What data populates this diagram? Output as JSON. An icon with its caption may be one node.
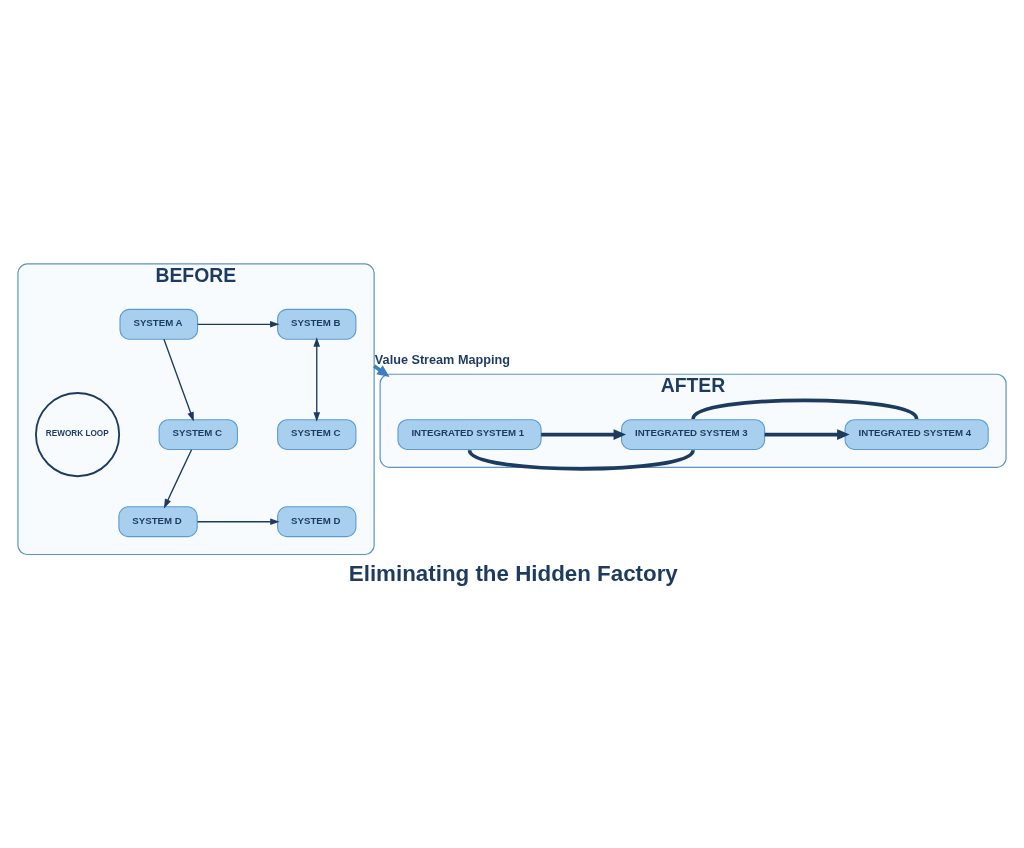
{
  "diagram": {
    "title": "Eliminating the Hidden Factory",
    "nodes": [
      {
        "text": [
          "BEFORE"
        ]
      },
      {
        "text": [
          "SYSTEM A"
        ],
        "in": 0
      },
      {
        "text": [
          "SYSTEM B"
        ],
        "in": 0
      },
      {
        "text": [
          "SYSTEM C"
        ],
        "in": 0
      },
      {
        "text": [
          "SYSTEM C"
        ],
        "in": 0
      },
      {
        "text": [
          "SYSTEM D"
        ],
        "in": 0
      },
      {
        "text": [
          "SYSTEM D"
        ],
        "in": 0
      },
      {
        "text": [
          "REWORK LOOP"
        ],
        "in": 0
      },
      {
        "text": [
          "AFTER"
        ]
      },
      {
        "text": [
          "INTEGRATED SYSTEM 1"
        ],
        "in": 8
      },
      {
        "text": [
          "INTEGRATED SYSTEM 3"
        ],
        "in": 8
      },
      {
        "text": [
          "INTEGRATED SYSTEM 4"
        ],
        "in": 8
      }
    ],
    "edges": [
      {
        "from": 1,
        "to": 2,
        "arrow": "to"
      },
      {
        "from": 2,
        "to": 4,
        "arrow": "both"
      },
      {
        "from": 1,
        "to": 3,
        "arrow": "to"
      },
      {
        "from": 3,
        "to": 5,
        "arrow": "to"
      },
      {
        "from": 5,
        "to": 6,
        "arrow": "to"
      },
      {
        "from": 0,
        "to": 8,
        "arrow": "to",
        "label": "Value Stream Mapping",
        "style": "thick",
        "color": "#3a7fc1"
      },
      {
        "from": 9,
        "to": 10,
        "arrow": "to",
        "style": "thick"
      },
      {
        "from": 10,
        "to": 11,
        "arrow": "to",
        "style": "thick"
      },
      {
        "from": 9,
        "to": 10,
        "arrow": "none",
        "style": "thick"
      },
      {
        "from": 10,
        "to": 11,
        "arrow": "none",
        "style": "thick"
      }
    ]
  }
}
